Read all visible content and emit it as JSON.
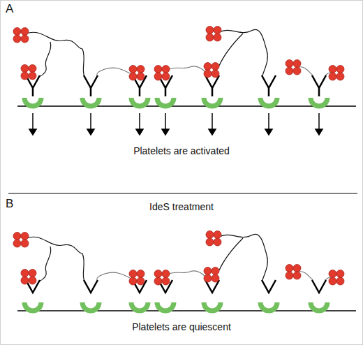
{
  "diagram": {
    "labels": [
      "A",
      "Platelets are activated",
      "B",
      "IdeS treatment",
      "Platelets are quiescent"
    ]
  }
}
